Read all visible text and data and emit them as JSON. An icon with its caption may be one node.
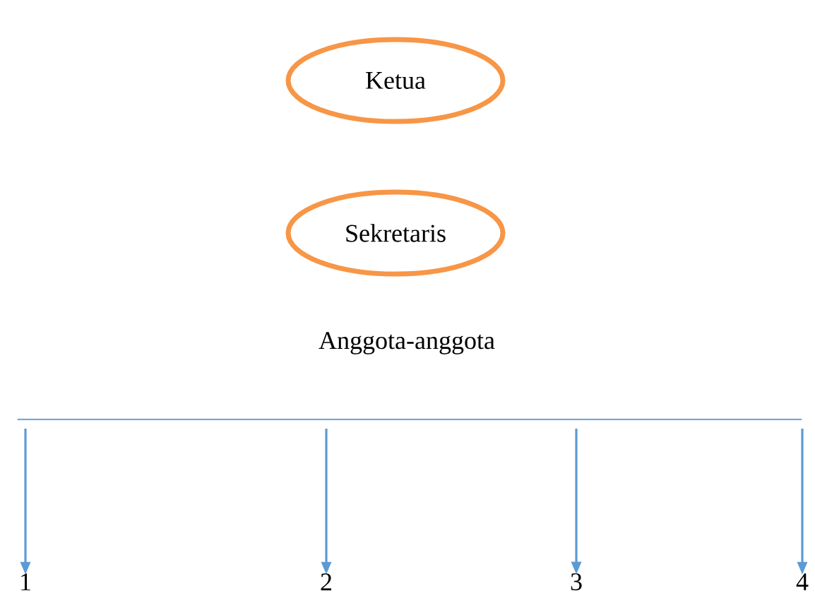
{
  "diagram": {
    "nodes": [
      {
        "text": [
          "Ketua"
        ]
      },
      {
        "text": [
          "Sekretaris"
        ]
      },
      {
        "text": [
          "Anggota-anggota"
        ]
      },
      {
        "text": [],
        "shape": "bar"
      },
      {
        "text": [
          "1"
        ]
      },
      {
        "text": [
          "2"
        ]
      },
      {
        "text": [
          "3"
        ]
      },
      {
        "text": [
          "4"
        ]
      }
    ],
    "edges": [
      {
        "from": 3,
        "to": 4,
        "arrow": "to"
      },
      {
        "from": 3,
        "to": 5,
        "arrow": "to"
      },
      {
        "from": 3,
        "to": 6,
        "arrow": "to"
      },
      {
        "from": 3,
        "to": 7,
        "arrow": "to"
      }
    ]
  }
}
